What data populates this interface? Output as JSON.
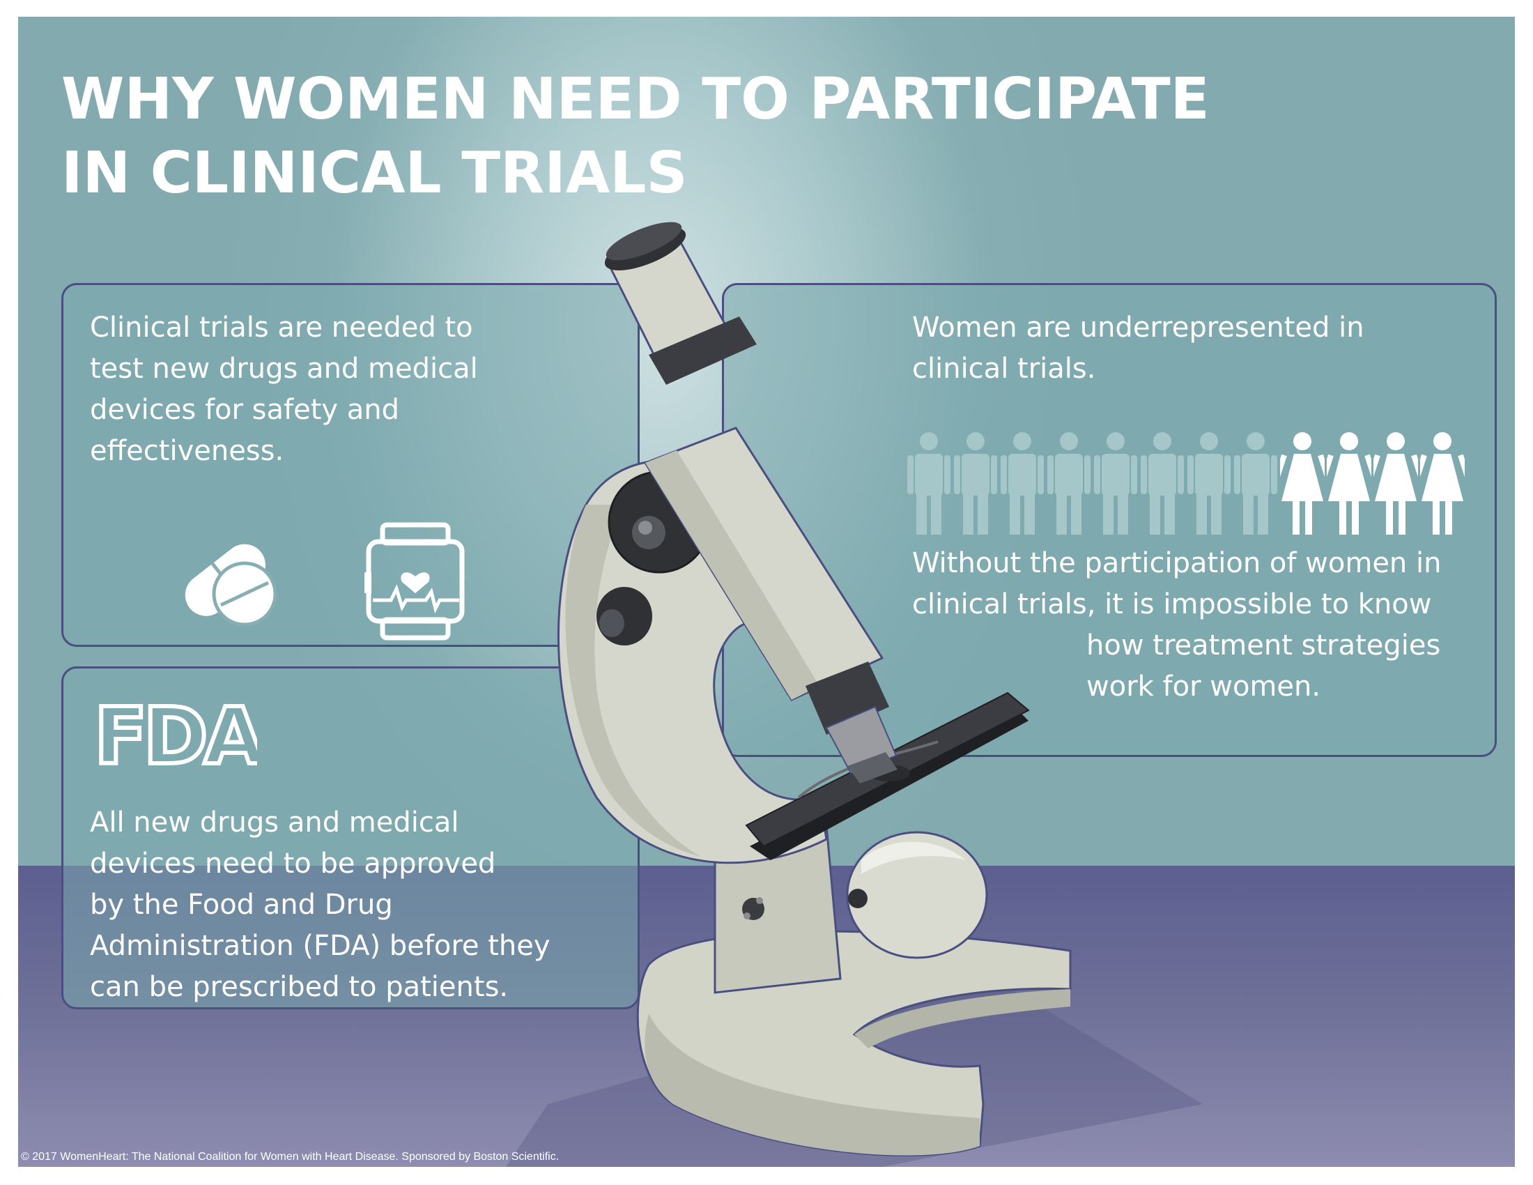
{
  "title": {
    "line1": "WHY WOMEN NEED TO PARTICIPATE",
    "line2": "IN CLINICAL TRIALS"
  },
  "panels": {
    "drugs": {
      "lines": [
        "Clinical trials are needed to",
        "test new drugs and medical",
        "devices for safety and",
        "effectiveness."
      ],
      "icons": [
        "pills-icon",
        "heart-monitor-icon"
      ]
    },
    "fda": {
      "logo_text": "FDA",
      "lines": [
        "All new drugs and medical",
        "devices need to be approved",
        "by the Food and Drug",
        "Administration (FDA) before they",
        "can be prescribed to patients."
      ]
    },
    "women": {
      "intro_lines": [
        "Women are underrepresented in",
        "clinical trials."
      ],
      "people": {
        "men": 8,
        "women": 4
      },
      "closing_lines": [
        "Without the participation of women in",
        "clinical trials, it is impossible to know",
        "how treatment strategies",
        "work for women."
      ]
    }
  },
  "illustration": {
    "subject": "microscope-icon"
  },
  "footer": "© 2017 WomenHeart: The National Coalition for Women with Heart Disease. Sponsored by Boston Scientific.",
  "colors": {
    "background": "#87afb3",
    "floor": "#5c5f8f",
    "panel_border": "#4a4f80",
    "text": "#ffffff",
    "man_figure": "#a6c7ca",
    "woman_figure": "#ffffff",
    "microscope_body": "#d6d7cc",
    "microscope_dark": "#3a3c40"
  }
}
